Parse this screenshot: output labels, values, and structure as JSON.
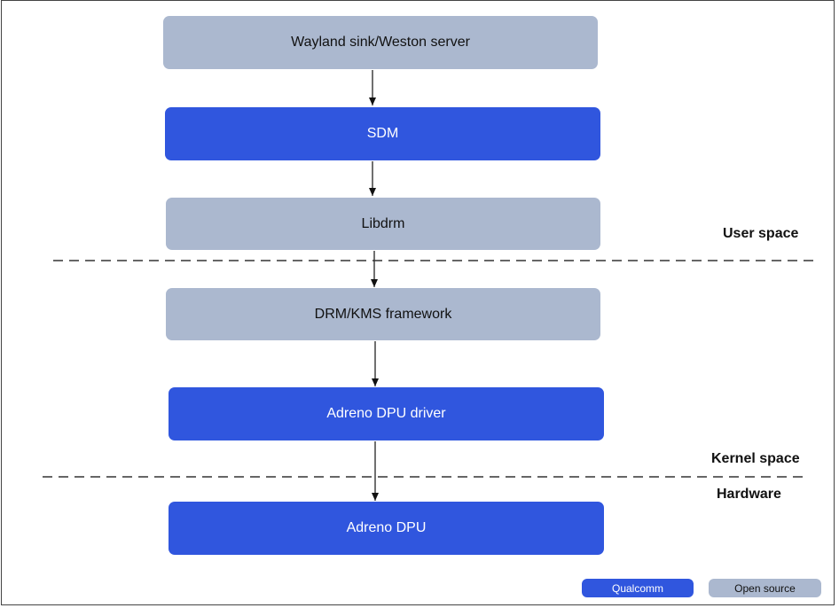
{
  "colors": {
    "open_source": "#abb8cf",
    "qualcomm": "#3056de"
  },
  "blocks": {
    "wayland": "Wayland sink/Weston server",
    "sdm": "SDM",
    "libdrm": "Libdrm",
    "drm_kms": "DRM/KMS framework",
    "dpu_driver": "Adreno DPU driver",
    "dpu": "Adreno DPU"
  },
  "zones": {
    "user": "User space",
    "kernel": "Kernel space",
    "hardware": "Hardware"
  },
  "legend": {
    "qualcomm": "Qualcomm",
    "open_source": "Open source"
  }
}
